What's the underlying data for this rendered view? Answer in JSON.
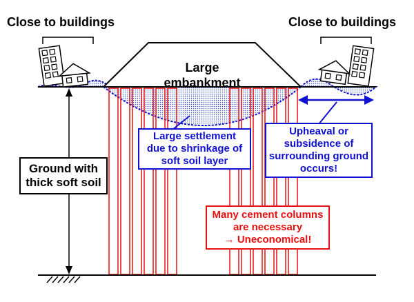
{
  "labels": {
    "left_heading": "Close to buildings",
    "right_heading": "Close to buildings",
    "embankment": "Large embankment",
    "ground": [
      "Ground with",
      "thick soft soil"
    ],
    "settlement": [
      "Large settlement",
      "due to shrinkage of",
      "soft soil layer"
    ],
    "upheaval": [
      "Upheaval or",
      "subsidence of",
      "surrounding ground",
      "occurs!"
    ],
    "columns": [
      "Many cement columns",
      "are necessary",
      "→ Uneconomical!"
    ]
  },
  "colors": {
    "text": "#000000",
    "blue": "#1010d0",
    "red": "#e81010",
    "settlement_fill": "#4a5fd0"
  }
}
